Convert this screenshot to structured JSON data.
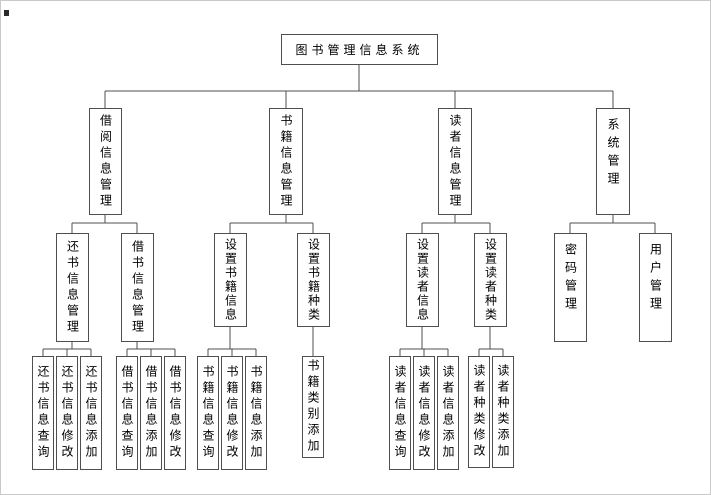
{
  "colors": {
    "line": "#4f4f4f",
    "background": "#ffffff"
  },
  "diagram": {
    "root": {
      "label": "图书管理信息系统"
    },
    "branches": [
      {
        "label": "借阅信息管理",
        "children": [
          {
            "label": "还书信息管理",
            "children": [
              {
                "label": "还书信息查询"
              },
              {
                "label": "还书信息修改"
              },
              {
                "label": "还书信息添加"
              }
            ]
          },
          {
            "label": "借书信息管理",
            "children": [
              {
                "label": "借书信息查询"
              },
              {
                "label": "借书信息添加"
              },
              {
                "label": "借书信息修改"
              }
            ]
          }
        ]
      },
      {
        "label": "书籍信息管理",
        "children": [
          {
            "label": "设置书籍信息",
            "children": [
              {
                "label": "书籍信息查询"
              },
              {
                "label": "书籍信息修改"
              },
              {
                "label": "书籍信息添加"
              }
            ]
          },
          {
            "label": "设置书籍种类",
            "children": [
              {
                "label": "书籍类别添加"
              }
            ]
          }
        ]
      },
      {
        "label": "读者信息管理",
        "children": [
          {
            "label": "设置读者信息",
            "children": [
              {
                "label": "读者信息查询"
              },
              {
                "label": "读者信息修改"
              },
              {
                "label": "读者信息添加"
              }
            ]
          },
          {
            "label": "设置读者种类",
            "children": [
              {
                "label": "读者种类修改"
              },
              {
                "label": "读者种类添加"
              }
            ]
          }
        ]
      },
      {
        "label": "系统管理",
        "children": [
          {
            "label": "密码管理",
            "children": []
          },
          {
            "label": "用户管理",
            "children": []
          }
        ]
      }
    ]
  }
}
